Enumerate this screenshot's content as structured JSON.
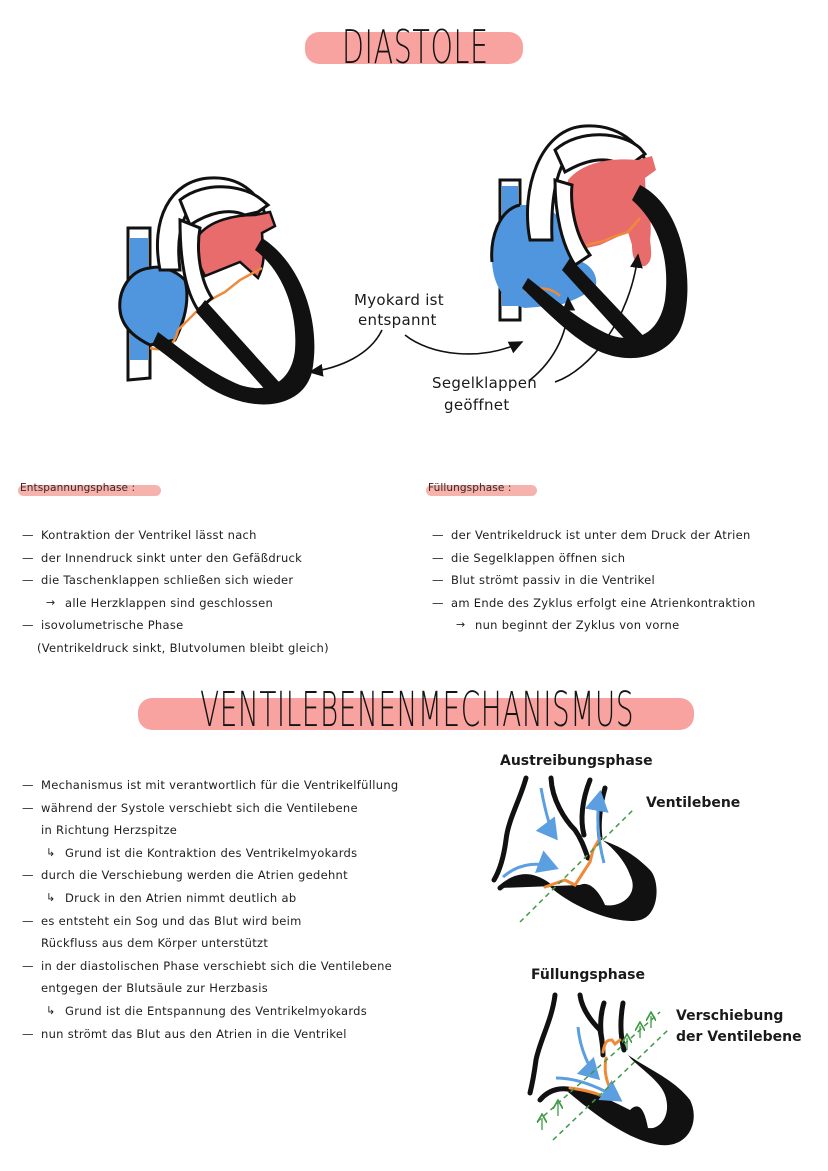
{
  "title_diastole": "DIASTOLE",
  "diagram_top": {
    "label_myokard": [
      "Myokard ist",
      "entspannt"
    ],
    "label_segelklappen": [
      "Segelklappen",
      "geöffnet"
    ],
    "colors": {
      "venous_blue": "#4f96de",
      "arterial_red": "#e96c6c",
      "valve_orange": "#ee8a3a",
      "myocard_black": "#111111"
    }
  },
  "entspannungsphase": {
    "heading": "Entspannungsphase :",
    "items": [
      {
        "type": "bullet",
        "text": "Kontraktion der Ventrikel lässt nach"
      },
      {
        "type": "bullet",
        "text": "der Innendruck sinkt unter den Gefäßdruck"
      },
      {
        "type": "bullet",
        "text": "die Taschenklappen schließen sich wieder"
      },
      {
        "type": "arrow",
        "text": "alle Herzklappen sind geschlossen"
      },
      {
        "type": "bullet",
        "text": "isovolumetrische Phase"
      },
      {
        "type": "paren",
        "text": "(Ventrikeldruck sinkt, Blutvolumen bleibt gleich)"
      }
    ]
  },
  "fuellungsphase": {
    "heading": "Füllungsphase :",
    "items": [
      {
        "type": "bullet",
        "text": "der Ventrikeldruck ist unter dem Druck der Atrien"
      },
      {
        "type": "bullet",
        "text": "die Segelklappen öffnen sich"
      },
      {
        "type": "bullet",
        "text": "Blut strömt passiv in die Ventrikel"
      },
      {
        "type": "bullet",
        "text": "am Ende des Zyklus erfolgt eine Atrienkontraktion"
      },
      {
        "type": "arrow",
        "text": "nun beginnt der Zyklus von vorne"
      }
    ]
  },
  "title_ventilebene": "VENTILEBENENMECHANISMUS",
  "ventilebene_list": {
    "items": [
      {
        "type": "bullet",
        "text": "Mechanismus ist mit verantwortlich für die Ventrikelfüllung"
      },
      {
        "type": "bullet",
        "text": "während der Systole verschiebt sich die Ventilebene"
      },
      {
        "type": "cont",
        "text": "in Richtung Herzspitze"
      },
      {
        "type": "arrow",
        "text": "Grund ist die Kontraktion des Ventrikelmyokards"
      },
      {
        "type": "bullet",
        "text": "durch die Verschiebung werden die Atrien gedehnt"
      },
      {
        "type": "arrow",
        "text": "Druck in den Atrien nimmt deutlich ab"
      },
      {
        "type": "bullet",
        "text": "es entsteht ein Sog und das Blut wird beim"
      },
      {
        "type": "cont",
        "text": "Rückfluss aus dem Körper unterstützt"
      },
      {
        "type": "bullet",
        "text": "in der diastolischen Phase verschiebt sich die Ventilebene"
      },
      {
        "type": "cont",
        "text": "entgegen der Blutsäule zur Herzbasis"
      },
      {
        "type": "arrow",
        "text": "Grund ist die Entspannung des Ventrikelmyokards"
      },
      {
        "type": "bullet",
        "text": "nun strömt das Blut aus den Atrien in die Ventrikel"
      }
    ]
  },
  "diagram_austreibung": {
    "title": "Austreibungsphase",
    "label": "Ventilebene"
  },
  "diagram_fuellung": {
    "title": "Füllungsphase",
    "label": [
      "Verschiebung",
      "der Ventilebene"
    ]
  },
  "symbols": {
    "dash": "—",
    "arrow": "→",
    "hook_arrow": "↳"
  },
  "colors": {
    "title_highlight": "#f8a3a0",
    "subheading_highlight": "#f6b3ae",
    "flow_arrow_blue": "#5b9fe0",
    "ventilebene_green": "#3f9a45"
  }
}
